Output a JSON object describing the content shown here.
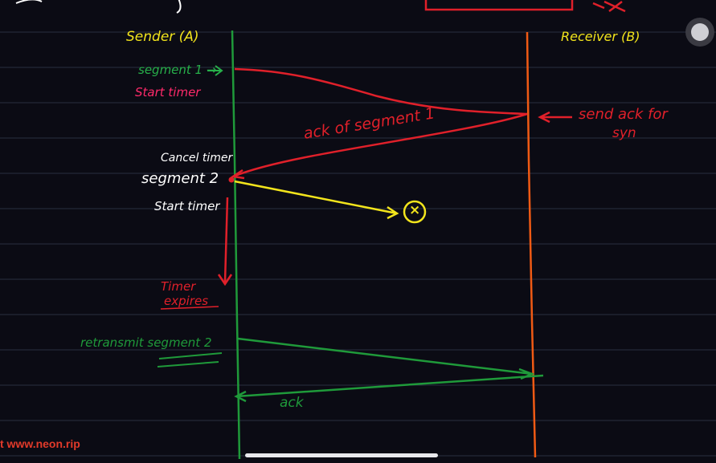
{
  "participants": {
    "sender": "Sender (A)",
    "receiver": "Receiver (B)"
  },
  "sender_notes": {
    "segment1": "segment 1 →",
    "start_timer_1": "Start timer",
    "cancel_timer": "Cancel timer",
    "segment2": "segment 2",
    "start_timer_2": "Start timer",
    "timer_expires_1": "Timer",
    "timer_expires_2": "expires",
    "retransmit": "retransmit segment 2"
  },
  "receiver_notes": {
    "send_ack_1": "send ack for",
    "send_ack_2": "syn"
  },
  "messages": {
    "ack_segment1": "ack of segment 1",
    "lost_marker": "×",
    "ack_final": "ack"
  },
  "watermark": "t www.neon.rip",
  "colors": {
    "background": "#0b0b14",
    "ruled_line": "#2a2f3f",
    "sender_line": "#1f9a3a",
    "receiver_line": "#f05a14",
    "segment_arrow": "#e0202a",
    "lost_arrow": "#f2e41c",
    "retransmit_arrow": "#1f9a3a",
    "yellow_text": "#f2e41c",
    "green_text": "#27b04a",
    "pink_text": "#ff2a6a",
    "white_text": "#ffffff",
    "red_text": "#e0202a"
  }
}
